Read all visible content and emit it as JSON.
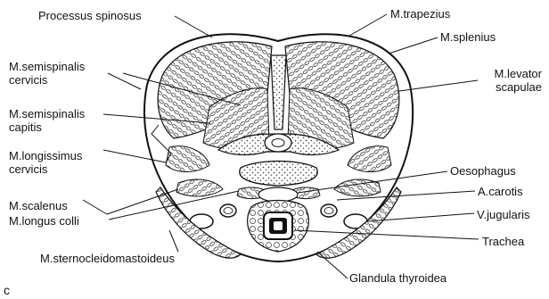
{
  "labels": {
    "processus_spinosus": "Processus spinosus",
    "m_trapezius": "M.trapezius",
    "m_splenius": "M.splenius",
    "m_semispinalis_cervicis_1": "M.semispinalis",
    "m_semispinalis_cervicis_2": "cervicis",
    "m_levator_scapulae_1": "M.levator",
    "m_levator_scapulae_2": "scapulae",
    "m_semispinalis_capitis_1": "M.semispinalis",
    "m_semispinalis_capitis_2": "capitis",
    "m_longissimus_cervicis_1": "M.longissimus",
    "m_longissimus_cervicis_2": "cervicis",
    "oesophagus": "Oesophagus",
    "m_scalenus": "M.scalenus",
    "a_carotis": "A.carotis",
    "m_longus_colli": "M.longus colli",
    "v_jugularis": "V.jugularis",
    "trachea": "Trachea",
    "m_sternocleidomastoideus": "M.sternocleidomastoideus",
    "glandula_thyroidea": "Glandula thyroidea",
    "corner_letter": "c"
  }
}
